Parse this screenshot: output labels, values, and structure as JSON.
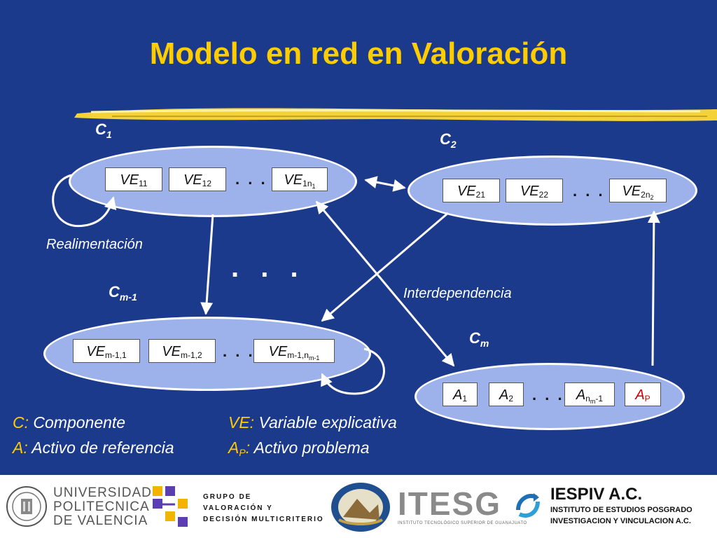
{
  "title": "Modelo en red en Valoración",
  "components": {
    "c1": {
      "label": "C",
      "sub": "1",
      "boxes": [
        "VE",
        "VE",
        "VE"
      ],
      "subs": [
        "11",
        "12",
        "1n"
      ],
      "subsub": "1"
    },
    "c2": {
      "label": "C",
      "sub": "2",
      "boxes": [
        "VE",
        "VE",
        "VE"
      ],
      "subs": [
        "21",
        "22",
        "2n"
      ],
      "subsub": "2"
    },
    "cm1": {
      "label": "C",
      "sub": "m-1",
      "boxes": [
        "VE",
        "VE",
        "VE"
      ],
      "subs": [
        "m-1,1",
        "m-1,2",
        "m-1,n"
      ],
      "subsub": "m-1"
    },
    "cm": {
      "label": "C",
      "sub": "m",
      "boxes": [
        "A",
        "A",
        "A",
        "A"
      ],
      "subs": [
        "1",
        "2",
        "n",
        "P"
      ],
      "subsub": "m",
      "tail": "-1"
    }
  },
  "dots": ". . .",
  "big_dots": ". . .",
  "notes": {
    "feedback": "Realimentación",
    "interdependence": "Interdependencia"
  },
  "legend": {
    "c_key": "C:",
    "c_text": " Componente",
    "a_key": "A:",
    "a_text": " Activo de referencia",
    "ve_key": "VE:",
    "ve_text": " Variable explicativa",
    "ap_key": "A",
    "ap_sub": "P",
    "ap_colon": ":",
    "ap_text": " Activo problema"
  },
  "footer": {
    "upv_line1": "UNIVERSIDAD",
    "upv_line2": "POLITECNICA",
    "upv_line3": "DE VALENCIA",
    "grupo_line1": "GRUPO DE",
    "grupo_line2": "VALORACIÓN Y",
    "grupo_line3": "DECISIÓN MULTICRITERIO",
    "itesg": "ITESG",
    "itesg_sub": "INSTITUTO TECNOLÓGICO SUPERIOR DE GUANAJUATO",
    "iespiv_name": "IESPIV A.C.",
    "iespiv_line1": "INSTITUTO DE ESTUDIOS POSGRADO",
    "iespiv_line2": "INVESTIGACION Y VINCULACION A.C."
  },
  "colors": {
    "background": "#1b3a8c",
    "title": "#ffcc00",
    "ellipse": "#9db2ea",
    "highlight": "#cc0000"
  }
}
